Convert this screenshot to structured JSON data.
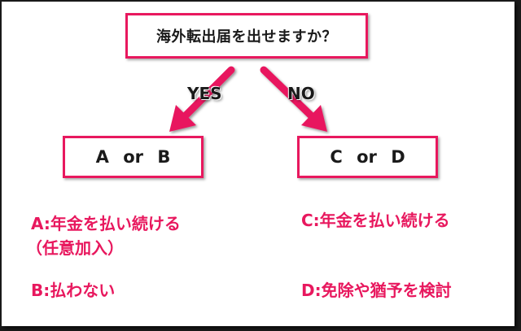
{
  "question": "海外転出届を出せますか？",
  "branches": {
    "yes": "YES",
    "no": "NO"
  },
  "boxes": {
    "left": "A or B",
    "right": "C or D"
  },
  "options": {
    "a_line1": "A:年金を払い続ける",
    "a_line2": "（任意加入）",
    "b": "B:払わない",
    "c": "C:年金を払い続ける",
    "d": "D:免除や猶予を検討"
  },
  "colors": {
    "accent": "#e8185e",
    "text": "#1a1a1a",
    "background": "#ffffff"
  }
}
